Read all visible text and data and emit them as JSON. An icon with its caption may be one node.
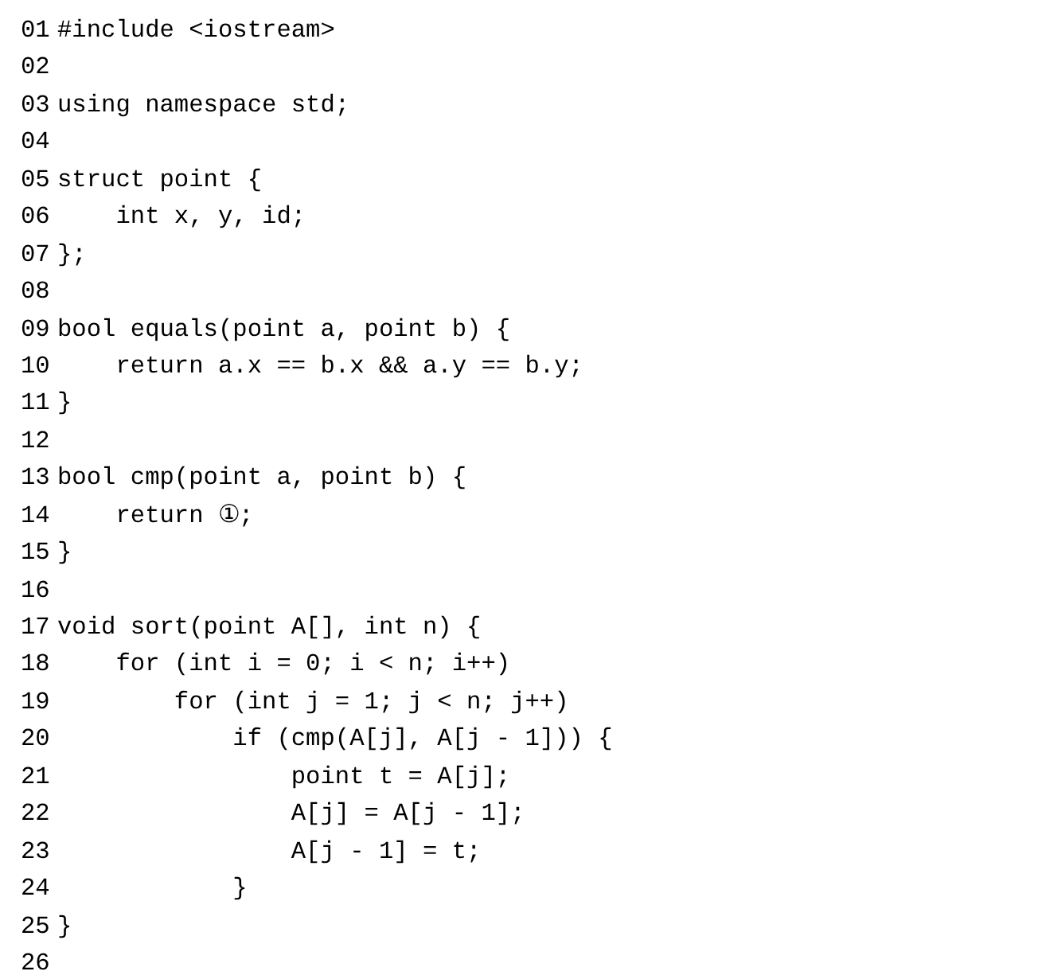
{
  "diagram": {
    "labels": [
      "01",
      "#include <iostream>",
      "02",
      "03",
      "using namespace std;",
      "04",
      "05",
      "struct point {",
      "06",
      "    int x, y, id;",
      "07",
      "};",
      "08",
      "09",
      "bool equals(point a, point b) {",
      "10",
      "    return a.x == b.x && a.y == b.y;",
      "11",
      "}",
      "12",
      "13",
      "bool cmp(point a, point b) {",
      "14",
      "    return ①;",
      "15",
      "}",
      "16",
      "17",
      "void sort(point A[], int n) {",
      "18",
      "    for (int i = 0; i < n; i++)",
      "19",
      "        for (int j = 1; j < n; j++)",
      "20",
      "            if (cmp(A[j], A[j - 1])) {",
      "21",
      "                point t = A[j];",
      "22",
      "                A[j] = A[j - 1];",
      "23",
      "                A[j - 1] = t;",
      "24",
      "            }",
      "25",
      "}",
      "26"
    ]
  }
}
